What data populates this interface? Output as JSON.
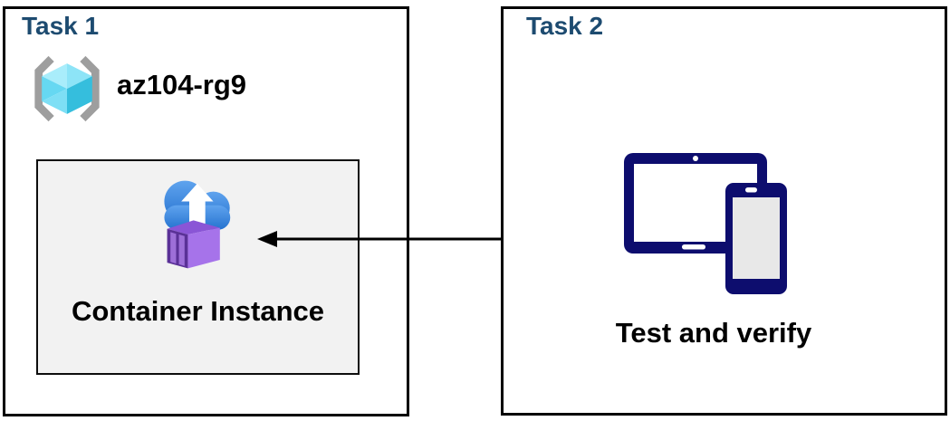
{
  "task1": {
    "title": "Task 1",
    "resource_group_name": "az104-rg9",
    "container_instance_label": "Container Instance"
  },
  "task2": {
    "title": "Task 2",
    "caption": "Test and verify"
  },
  "connector": {
    "type": "arrow",
    "direction": "from task2 devices to container instance"
  },
  "icons": {
    "resource_group": "resource-group-icon",
    "container_instances": "container-instances-icon",
    "devices": "tablet-phone-icon"
  },
  "colors": {
    "task_title_navy": "#1d4b70",
    "box_border": "#000000",
    "ci_box_background": "#f2f2f2",
    "device_navy": "#0d0d6e",
    "cloud_blue_top": "#5fa3ee",
    "cloud_blue_bottom": "#2572cf",
    "container_purple": "#a673ea",
    "container_purple_dark": "#5a3197",
    "container_purple_top": "#8a55d6",
    "container_panel": "#9d6fd8",
    "cube_lightest": "#a9edfb",
    "cube_light": "#8de4f7",
    "cube_mid": "#66d8f2",
    "cube_mid2": "#7edff5",
    "cube_dark": "#35bedd",
    "bracket_gray": "#9e9e9e",
    "phone_screen_gray": "#e8e8e8"
  }
}
